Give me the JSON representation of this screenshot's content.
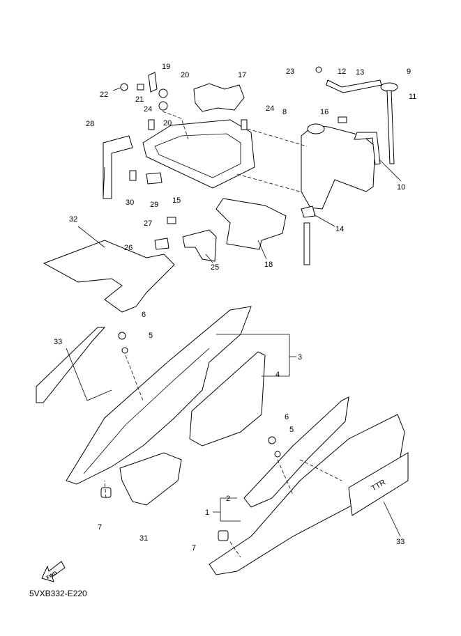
{
  "diagram_code": "5VXB332-E220",
  "fwd_label": "FWD",
  "callouts": [
    "19",
    "20",
    "17",
    "22",
    "21",
    "20",
    "24",
    "24",
    "23",
    "12",
    "13",
    "9",
    "16",
    "8",
    "11",
    "28",
    "10",
    "30",
    "29",
    "15",
    "32",
    "27",
    "14",
    "26",
    "25",
    "18",
    "6",
    "5",
    "33",
    "3",
    "4",
    "6",
    "5",
    "2",
    "1",
    "7",
    "31",
    "7",
    "33"
  ],
  "decal_text": "TTR"
}
